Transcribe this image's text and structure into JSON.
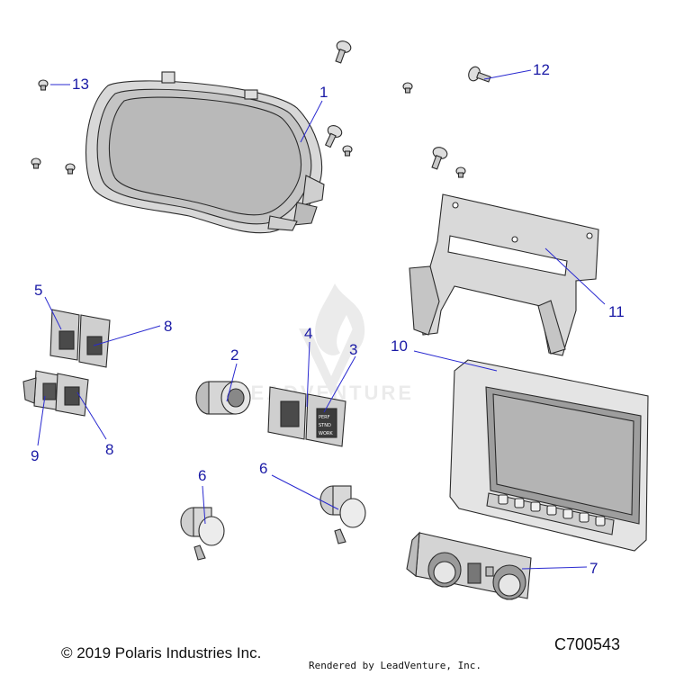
{
  "callouts": {
    "c1": "1",
    "c2": "2",
    "c3": "3",
    "c4": "4",
    "c5": "5",
    "c6a": "6",
    "c6b": "6",
    "c7": "7",
    "c8a": "8",
    "c8b": "8",
    "c9": "9",
    "c10": "10",
    "c11": "11",
    "c12": "12",
    "c13": "13"
  },
  "switch_labels": {
    "line1": "PERF",
    "line2": "STND",
    "line3": "WORK"
  },
  "watermark": "LEADVENTURE",
  "footer": {
    "copyright": "© 2019 Polaris Industries Inc.",
    "rendered_by": "Rendered by LeadVenture, Inc.",
    "drawing_code": "C700543"
  },
  "colors": {
    "callout": "#1a1aa6",
    "leader": "#2a2ad0",
    "part_fill": "#e2e2e2",
    "part_dark": "#a8a8a8"
  }
}
